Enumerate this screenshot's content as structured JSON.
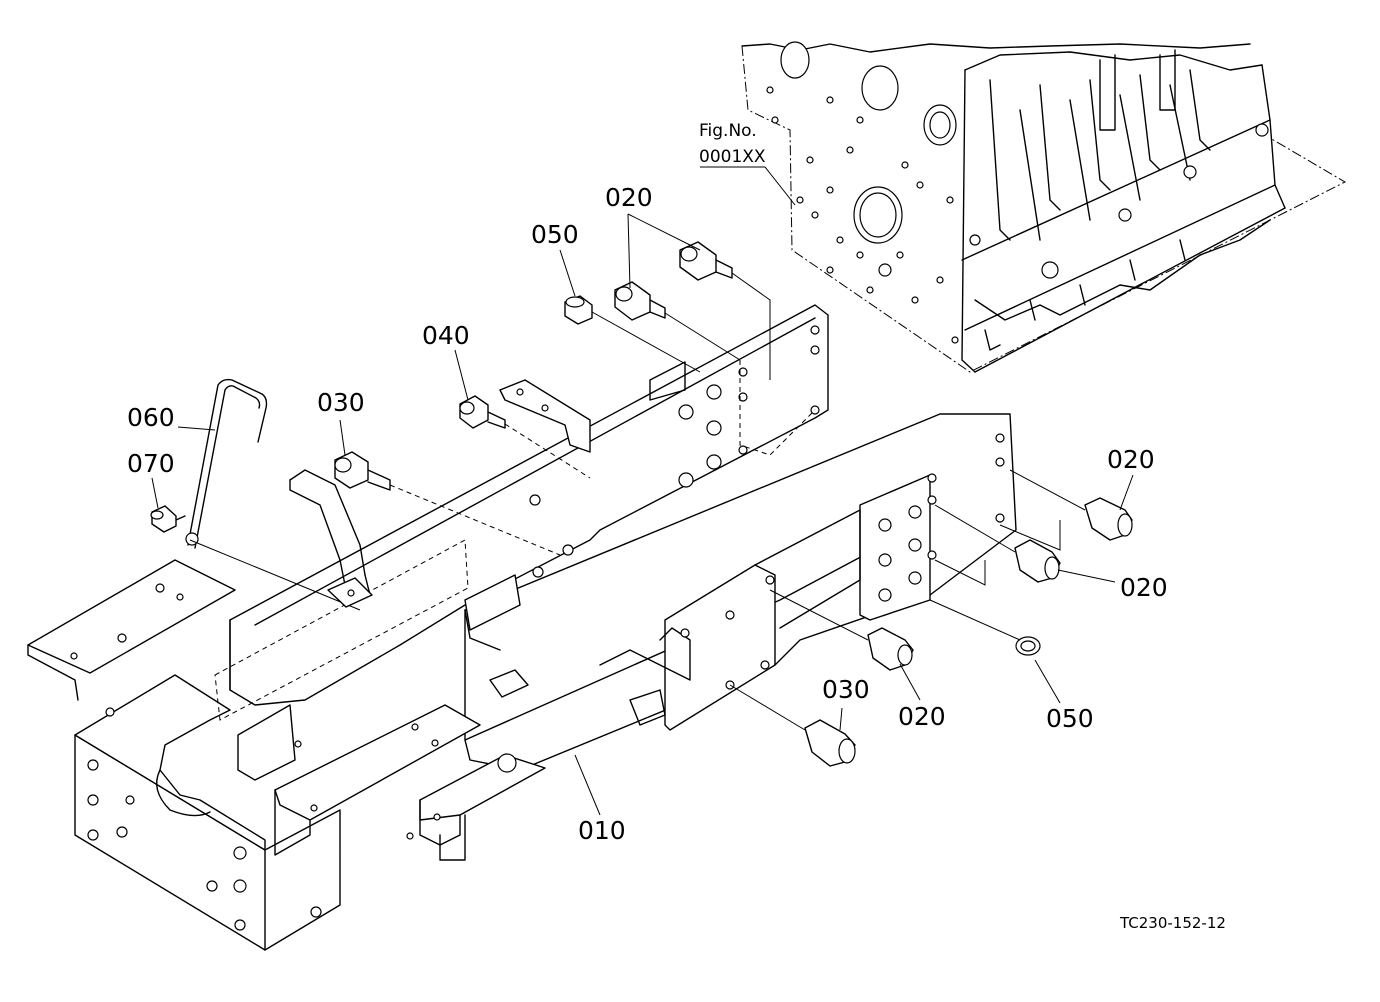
{
  "figure_reference": {
    "line1": "Fig.No.",
    "line2": "0001XX"
  },
  "callouts": {
    "c010": "010",
    "c020_top": "020",
    "c020_right_upper": "020",
    "c020_right_middle": "020",
    "c020_bottom": "020",
    "c030_left": "030",
    "c030_bottom": "030",
    "c040": "040",
    "c050_top": "050",
    "c050_bottom": "050",
    "c060": "060",
    "c070": "070"
  },
  "drawing_code": "TC230-152-12",
  "colors": {
    "ink": "#000000",
    "paper": "#ffffff"
  }
}
